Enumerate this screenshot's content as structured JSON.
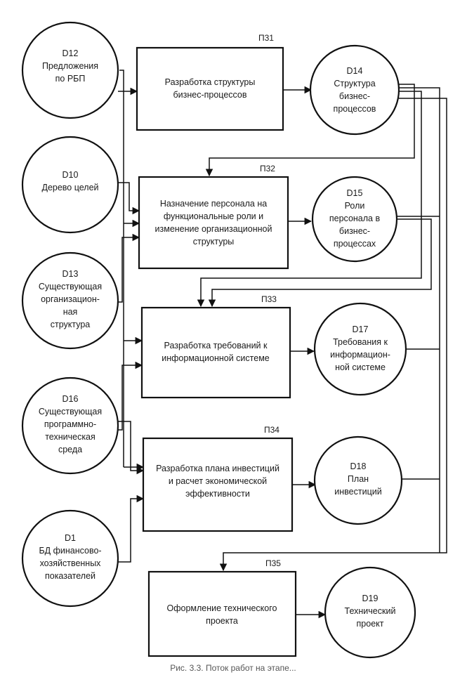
{
  "processes": [
    {
      "id": "p31",
      "label": "П31",
      "lines": [
        "Разработка структуры",
        "бизнес-процессов"
      ]
    },
    {
      "id": "p32",
      "label": "П32",
      "lines": [
        "Назначение персонала на",
        "функциональные роли и",
        "изменение организационной",
        "структуры"
      ]
    },
    {
      "id": "p33",
      "label": "П33",
      "lines": [
        "Разработка требований к",
        "информационной системе"
      ]
    },
    {
      "id": "p34",
      "label": "П34",
      "lines": [
        "Разработка плана инвестиций",
        "и расчет экономической",
        "эффективности"
      ]
    },
    {
      "id": "p35",
      "label": "П35",
      "lines": [
        "Оформление технического",
        "проекта"
      ]
    }
  ],
  "inputs": [
    {
      "id": "d12",
      "lines": [
        "D12",
        "Предложения",
        "по РБП"
      ]
    },
    {
      "id": "d10",
      "lines": [
        "D10",
        "Дерево целей"
      ]
    },
    {
      "id": "d13",
      "lines": [
        "D13",
        "Существующая",
        "организацион-",
        "ная",
        "структура"
      ]
    },
    {
      "id": "d16",
      "lines": [
        "D16",
        "Существующая",
        "программно-",
        "техническая",
        "среда"
      ]
    },
    {
      "id": "d1",
      "lines": [
        "D1",
        "БД финансово-",
        "хозяйственных",
        "показателей"
      ]
    }
  ],
  "outputs": [
    {
      "id": "d14",
      "lines": [
        "D14",
        "Структура",
        "бизнес-",
        "процессов"
      ]
    },
    {
      "id": "d15",
      "lines": [
        "D15",
        "Роли",
        "персонала в",
        "бизнес-",
        "процессах"
      ]
    },
    {
      "id": "d17",
      "lines": [
        "D17",
        "Требования к",
        "информацион-",
        "ной системе"
      ]
    },
    {
      "id": "d18",
      "lines": [
        "D18",
        "План",
        "инвестиций"
      ]
    },
    {
      "id": "d19",
      "lines": [
        "D19",
        "Технический",
        "проект"
      ]
    }
  ],
  "caption": "Рис. 3.3. Поток работ на этапе..."
}
